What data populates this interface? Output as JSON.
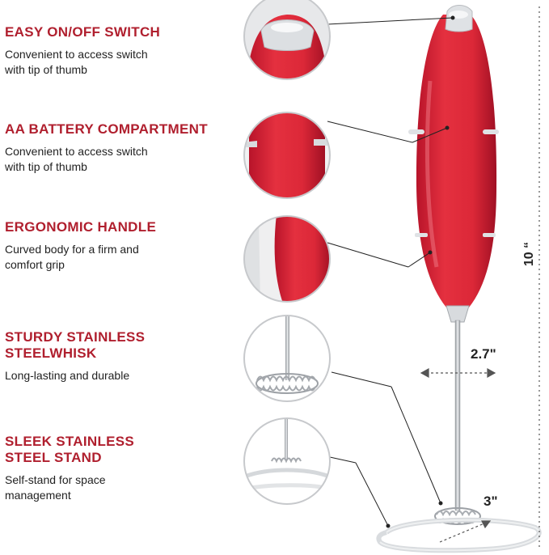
{
  "features": [
    {
      "title": [
        "EASY ON/OFF SWITCH"
      ],
      "desc": [
        "Convenient to access switch",
        "with tip of thumb"
      ]
    },
    {
      "title": [
        "AA BATTERY COMPARTMENT"
      ],
      "desc": [
        "Convenient to access switch",
        "with tip of thumb"
      ]
    },
    {
      "title": [
        "ERGONOMIC HANDLE"
      ],
      "desc": [
        "Curved body for a firm and",
        "comfort grip"
      ]
    },
    {
      "title": [
        "STURDY STAINLESS",
        "STEELWHISK"
      ],
      "desc": [
        "Long-lasting and durable"
      ]
    },
    {
      "title": [
        "SLEEK STAINLESS",
        "STEEL STAND"
      ],
      "desc": [
        "Self-stand for space",
        "management"
      ]
    }
  ],
  "dimensions": {
    "height": "10 “",
    "width": "2.7\"",
    "base": "3\""
  },
  "colors": {
    "accent_text": "#b01f2e",
    "handle": "#e02b3c",
    "steel": "#c9ccd0"
  }
}
